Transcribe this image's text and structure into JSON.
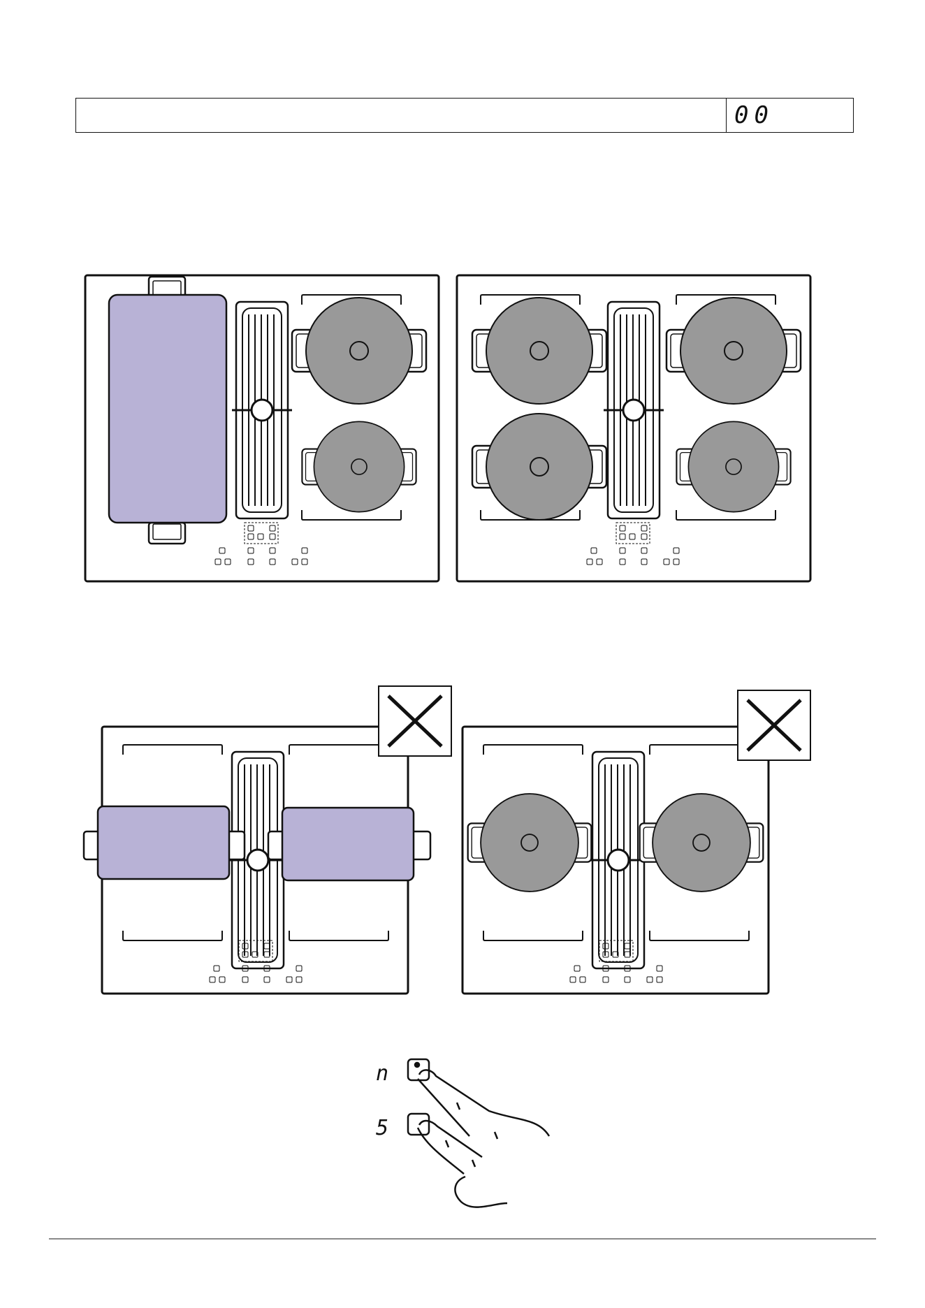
{
  "header": {
    "display_value": "00"
  },
  "illustrations": {
    "bridge_zone_color": "#b8b2d6",
    "pot_color": "#999999",
    "outline_color": "#111111",
    "hand_labels": {
      "top_key": "n",
      "bottom_key": "5"
    }
  }
}
